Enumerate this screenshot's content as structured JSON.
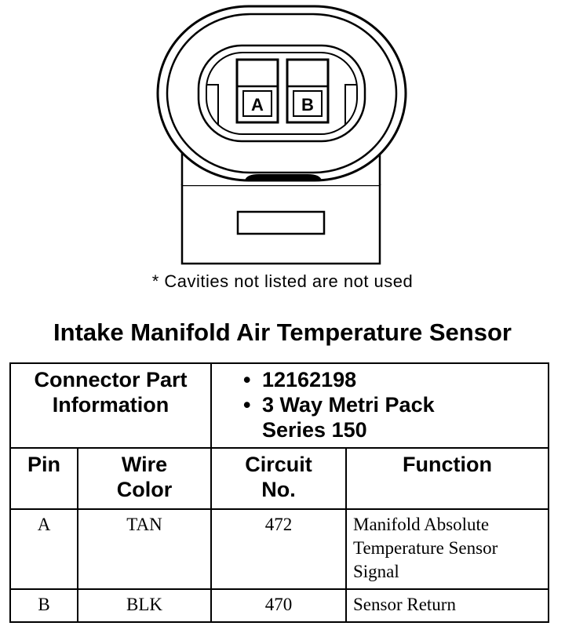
{
  "diagram": {
    "pin_labels": [
      "A",
      "B"
    ]
  },
  "note": "* Cavities not listed are not used",
  "title": "Intake Manifold Air Temperature Sensor",
  "connector": {
    "label_line1": "Connector Part",
    "label_line2": "Information",
    "info": [
      "12162198",
      "3 Way Metri Pack",
      "Series 150"
    ]
  },
  "table": {
    "headers": {
      "pin": "Pin",
      "wire_color_1": "Wire",
      "wire_color_2": "Color",
      "circuit_1": "Circuit",
      "circuit_2": "No.",
      "function": "Function"
    },
    "rows": [
      {
        "pin": "A",
        "wire_color": "TAN",
        "circuit": "472",
        "function": [
          "Manifold Absolute",
          "Temperature Sensor",
          "Signal"
        ]
      },
      {
        "pin": "B",
        "wire_color": "BLK",
        "circuit": "470",
        "function": [
          "Sensor Return"
        ]
      }
    ]
  }
}
